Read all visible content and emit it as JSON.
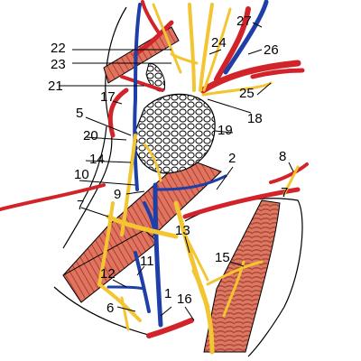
{
  "diagram": {
    "labels": [
      "1",
      "2",
      "5",
      "6",
      "7",
      "7",
      "8",
      "9",
      "10",
      "11",
      "12",
      "13",
      "14",
      "15",
      "16",
      "17",
      "18",
      "19",
      "20",
      "21",
      "22",
      "23",
      "24",
      "25",
      "26",
      "27"
    ],
    "colors": {
      "artery": "#d2232a",
      "vein": "#1f3fa8",
      "nerve": "#f2c531",
      "muscle_fill": "#d9705e",
      "muscle_stripe": "#b23b2e",
      "outline": "#000000"
    },
    "legend": []
  }
}
